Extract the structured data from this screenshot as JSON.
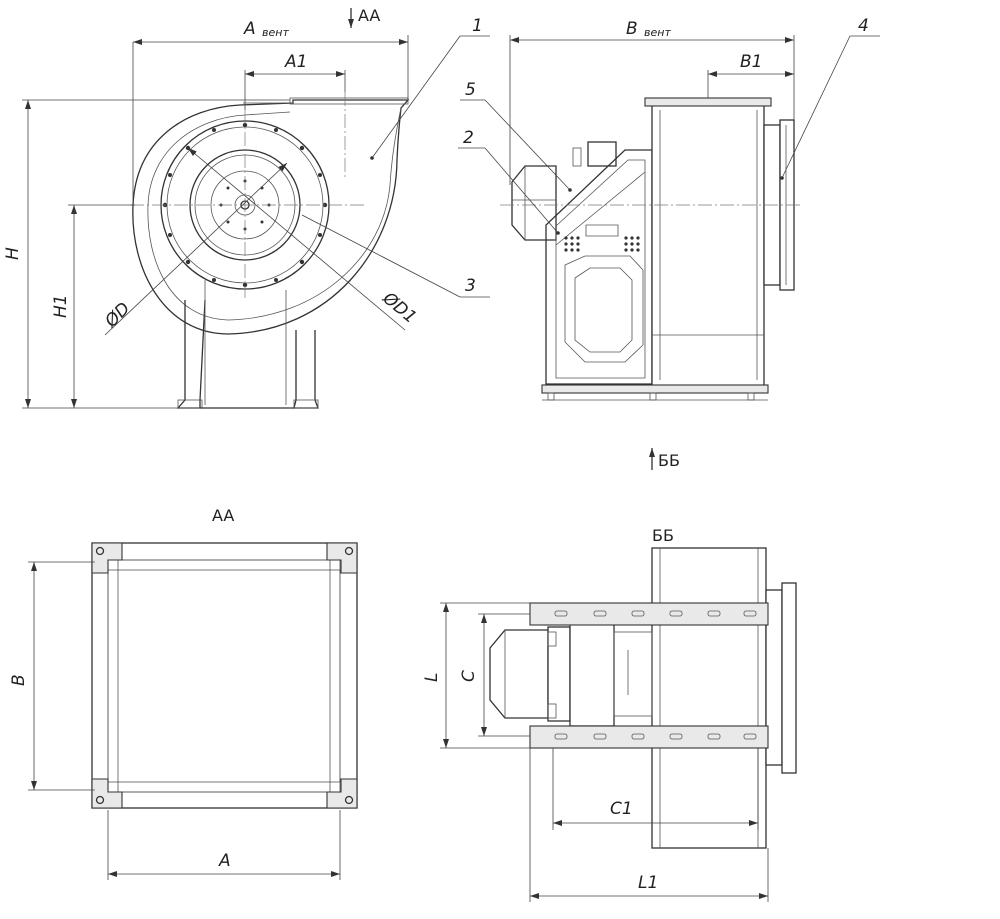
{
  "views": {
    "front": {
      "dim_a_vent": "A",
      "dim_a_vent_sub": "вент",
      "dim_a1": "A1",
      "dim_h": "H",
      "dim_h1": "H1",
      "dim_d": "ØD",
      "dim_d1": "ØD1"
    },
    "side": {
      "dim_b_vent": "B",
      "dim_b_vent_sub": "вент",
      "dim_b1": "B1"
    },
    "section_aa": {
      "title": "AA",
      "dim_a": "A",
      "dim_b": "B"
    },
    "section_bb": {
      "title": "ББ",
      "dim_l": "L",
      "dim_c": "C",
      "dim_c1": "C1",
      "dim_l1": "L1"
    }
  },
  "section_markers": {
    "aa": "AA",
    "bb": "ББ"
  },
  "callouts": [
    "1",
    "2",
    "3",
    "4",
    "5"
  ]
}
